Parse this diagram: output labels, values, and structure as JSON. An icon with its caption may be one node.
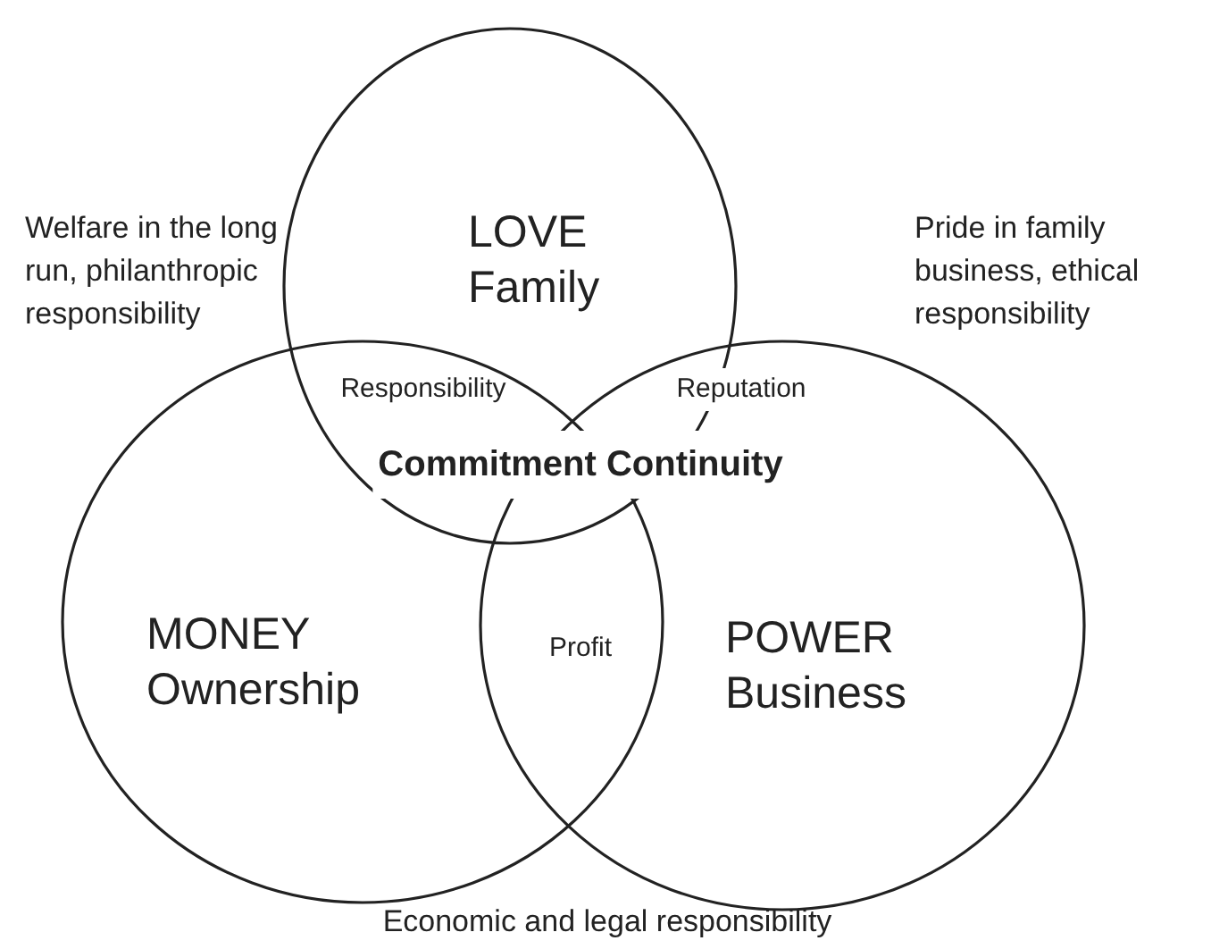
{
  "diagram": {
    "nodes": [
      {
        "text": [
          "LOVE Family"
        ]
      },
      {
        "text": [
          "MONEY Ownership"
        ]
      },
      {
        "text": [
          "POWER Business"
        ]
      }
    ],
    "labels": [
      "Welfare in the long run, philanthropic responsibility",
      "Pride in family business, ethical responsibility",
      "Responsibility",
      "Reputation",
      "Commitment Continuity",
      "Profit",
      "Economic and legal responsibility"
    ]
  }
}
